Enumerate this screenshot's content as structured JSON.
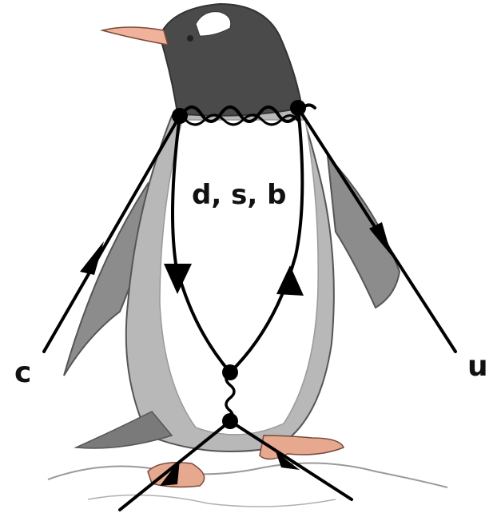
{
  "diagram": {
    "loop_label": "d, s, b",
    "external_labels": {
      "left": "c",
      "right": "u"
    }
  },
  "colors": {
    "line": "#000000",
    "penguin_dark": "#4a4a4a",
    "penguin_mid": "#8c8c8c",
    "penguin_light": "#c9c9c9",
    "beak": "#f0b29a",
    "feet": "#e6a88f",
    "belly": "#ffffff"
  }
}
